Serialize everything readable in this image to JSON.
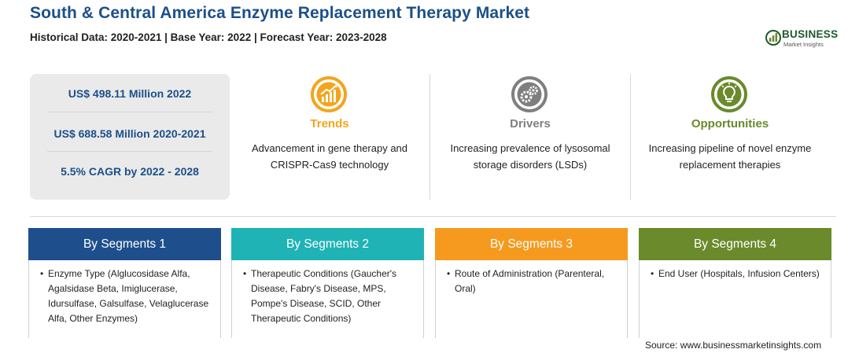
{
  "header": {
    "title": "South & Central America Enzyme Replacement Therapy Market",
    "subtitle": "Historical Data: 2020-2021 | Base Year: 2022 | Forecast Year: 2023-2028"
  },
  "logo": {
    "word": "BUSINESS",
    "tag": "Market Insights"
  },
  "stats": [
    "US$ 498.11 Million 2022",
    "US$ 688.58 Million 2020-2021",
    "5.5% CAGR by 2022 - 2028"
  ],
  "columns": [
    {
      "heading": "Trends",
      "icon": "growth-chart-icon",
      "color": "#f2a51c",
      "text": "Advancement in gene therapy and CRISPR-Cas9 technology"
    },
    {
      "heading": "Drivers",
      "icon": "gears-icon",
      "color": "#7f7f7f",
      "text": "Increasing prevalence of lysosomal storage disorders (LSDs)"
    },
    {
      "heading": "Opportunities",
      "icon": "lightbulb-icon",
      "color": "#6a8a2b",
      "text": "Increasing pipeline of novel enzyme replacement therapies"
    }
  ],
  "segments": [
    {
      "title": "By Segments 1",
      "color": "#1e4f8c",
      "item": "Enzyme Type (Alglucosidase Alfa, Agalsidase Beta, Imiglucerase, Idursulfase, Galsulfase, Velaglucerase Alfa, Other Enzymes)"
    },
    {
      "title": "By Segments 2",
      "color": "#1fb3b5",
      "item": "Therapeutic Conditions (Gaucher's Disease, Fabry's Disease, MPS, Pompe's Disease, SCID, Other Therapeutic Conditions)"
    },
    {
      "title": "By Segments 3",
      "color": "#f59a1e",
      "item": "Route of Administration (Parenteral, Oral)"
    },
    {
      "title": "By Segments 4",
      "color": "#6a8a2b",
      "item": "End User (Hospitals, Infusion Centers)"
    }
  ],
  "source": "Source: www.businessmarketinsights.com"
}
